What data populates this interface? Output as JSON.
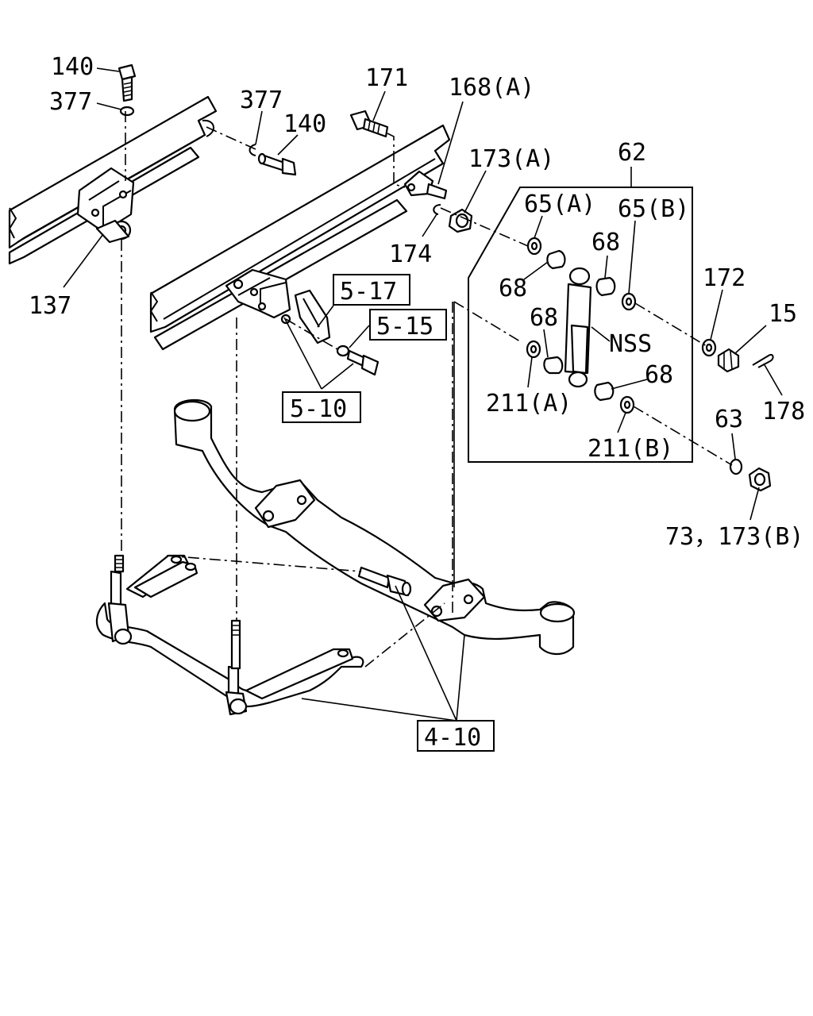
{
  "labels": {
    "l140a": "140",
    "l377a": "377",
    "l377b": "377",
    "l140b": "140",
    "l171": "171",
    "l168a": "168(A)",
    "l173a": "173(A)",
    "l62": "62",
    "l65a": "65(A)",
    "l65b": "65(B)",
    "l137": "137",
    "l174": "174",
    "l68a": "68",
    "l68b": "68",
    "l68c": "68",
    "l68d": "68",
    "l172": "172",
    "l15": "15",
    "lnss": "NSS",
    "l211a": "211(A)",
    "l211b": "211(B)",
    "l178": "178",
    "l63": "63",
    "l73": "73，173(B)"
  },
  "refs": {
    "r517": "5-17",
    "r515": "5-15",
    "r510": "5-10",
    "r410": "4-10"
  }
}
